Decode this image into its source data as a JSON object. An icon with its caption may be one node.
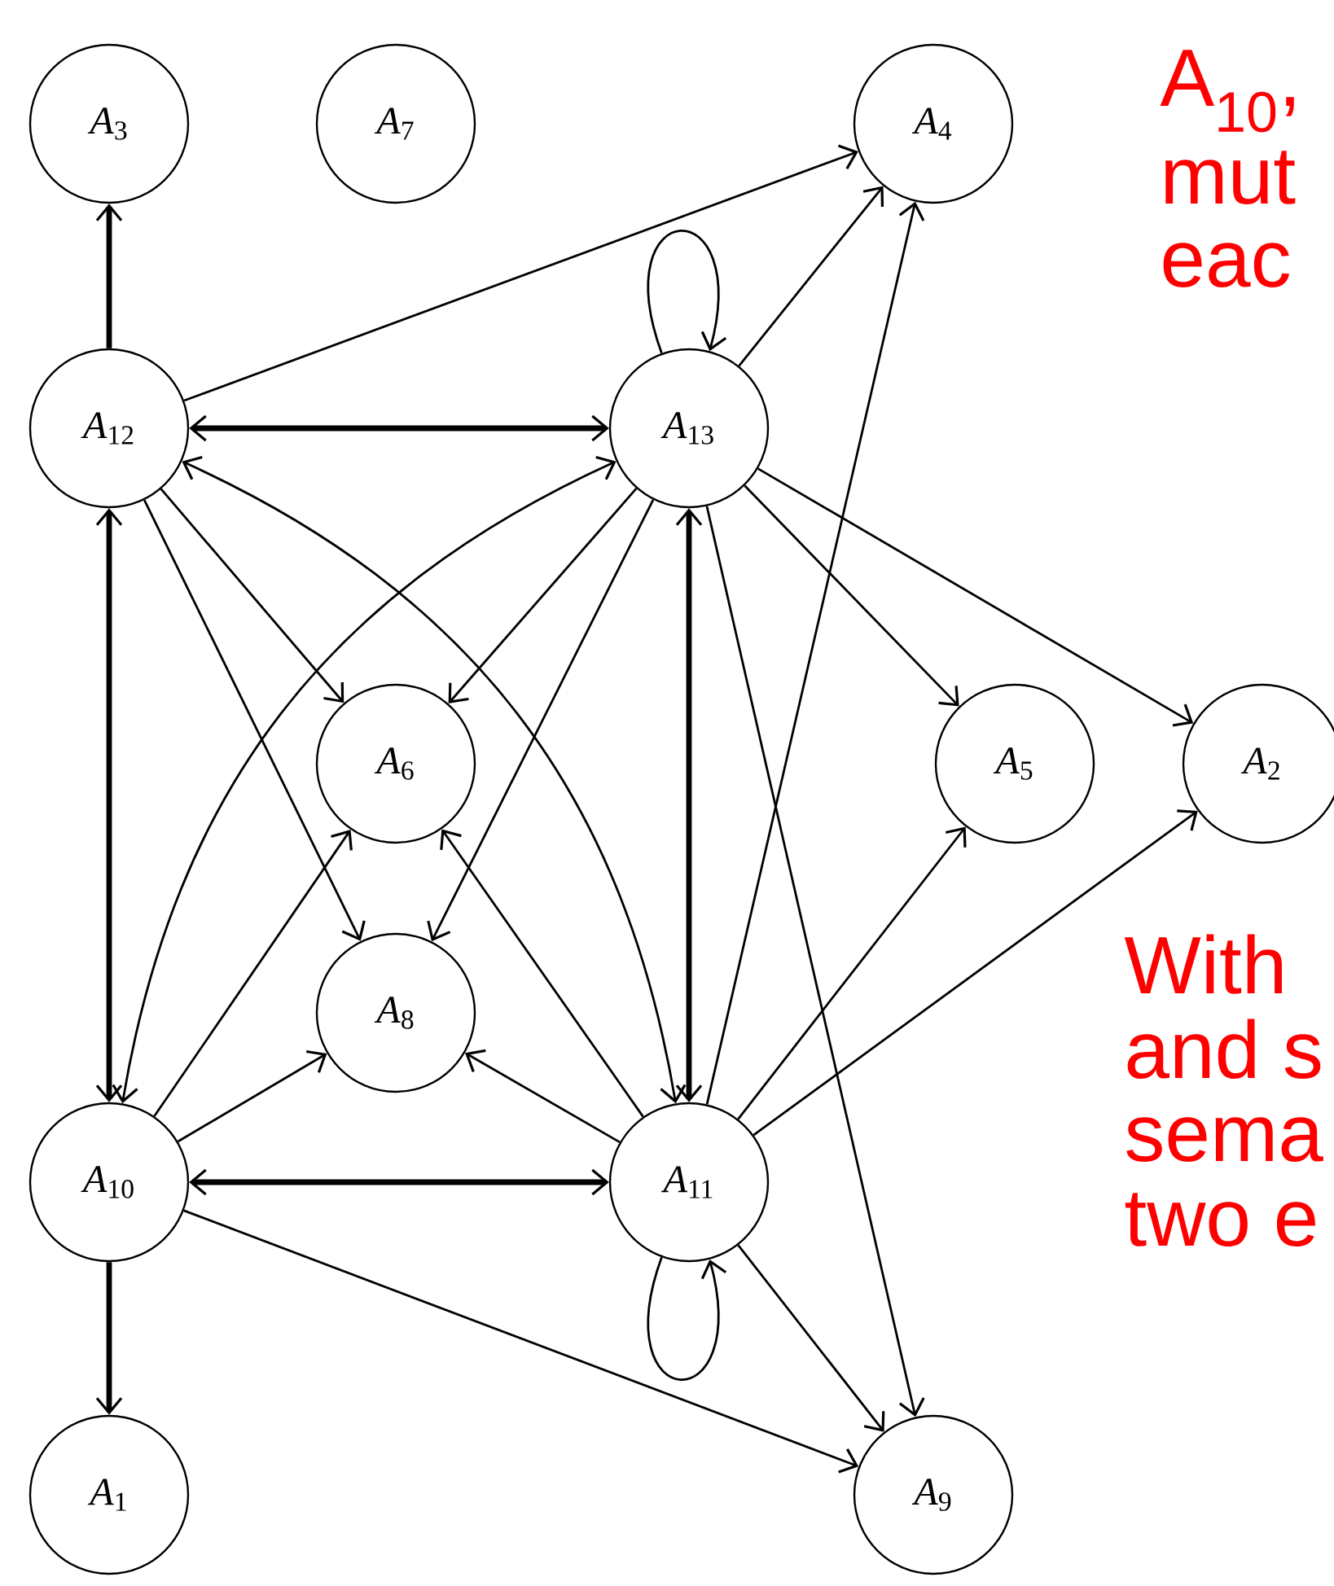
{
  "diagram": {
    "nodes": [
      {
        "text": [
          "*A*$_{3}$"
        ]
      },
      {
        "text": [
          "*A*$_{7}$"
        ]
      },
      {
        "text": [
          "*A*$_{4}$"
        ]
      },
      {
        "text": [
          "*A*$_{12}$"
        ]
      },
      {
        "text": [
          "*A*$_{13}$"
        ]
      },
      {
        "text": [
          "*A*$_{6}$"
        ]
      },
      {
        "text": [
          "*A*$_{5}$"
        ]
      },
      {
        "text": [
          "*A*$_{2}$"
        ]
      },
      {
        "text": [
          "*A*$_{8}$"
        ]
      },
      {
        "text": [
          "*A*$_{10}$"
        ]
      },
      {
        "text": [
          "*A*$_{11}$"
        ]
      },
      {
        "text": [
          "*A*$_{1}$"
        ]
      },
      {
        "text": [
          "*A*$_{9}$"
        ]
      }
    ],
    "edges": [
      {
        "from": 3,
        "to": 0,
        "arrow": "to",
        "style": "thick"
      },
      {
        "from": 3,
        "to": 2,
        "arrow": "to"
      },
      {
        "from": 3,
        "to": 4,
        "arrow": "both",
        "style": "thick"
      },
      {
        "from": 3,
        "to": 9,
        "arrow": "both",
        "style": "thick"
      },
      {
        "from": 3,
        "to": 5,
        "arrow": "to"
      },
      {
        "from": 3,
        "to": 8,
        "arrow": "to"
      },
      {
        "from": 3,
        "to": 10,
        "arrow": "both"
      },
      {
        "from": 4,
        "to": 4,
        "arrow": "to"
      },
      {
        "from": 4,
        "to": 2,
        "arrow": "to"
      },
      {
        "from": 4,
        "to": 5,
        "arrow": "to"
      },
      {
        "from": 4,
        "to": 8,
        "arrow": "to"
      },
      {
        "from": 4,
        "to": 10,
        "arrow": "both",
        "style": "thick"
      },
      {
        "from": 4,
        "to": 12,
        "arrow": "to"
      },
      {
        "from": 4,
        "to": 6,
        "arrow": "to"
      },
      {
        "from": 4,
        "to": 7,
        "arrow": "to"
      },
      {
        "from": 9,
        "to": 4,
        "arrow": "both"
      },
      {
        "from": 9,
        "to": 5,
        "arrow": "to"
      },
      {
        "from": 9,
        "to": 8,
        "arrow": "to"
      },
      {
        "from": 9,
        "to": 10,
        "arrow": "both",
        "style": "thick"
      },
      {
        "from": 9,
        "to": 11,
        "arrow": "to",
        "style": "thick"
      },
      {
        "from": 9,
        "to": 12,
        "arrow": "to"
      },
      {
        "from": 10,
        "to": 5,
        "arrow": "to"
      },
      {
        "from": 10,
        "to": 8,
        "arrow": "to"
      },
      {
        "from": 10,
        "to": 2,
        "arrow": "to"
      },
      {
        "from": 10,
        "to": 6,
        "arrow": "to"
      },
      {
        "from": 10,
        "to": 7,
        "arrow": "to"
      },
      {
        "from": 10,
        "to": 12,
        "arrow": "to"
      },
      {
        "from": 10,
        "to": 10,
        "arrow": "to"
      }
    ],
    "labels": [
      "A$_{10}$,",
      "mut",
      "eac",
      "With",
      "and s",
      "sema",
      "two e"
    ]
  }
}
